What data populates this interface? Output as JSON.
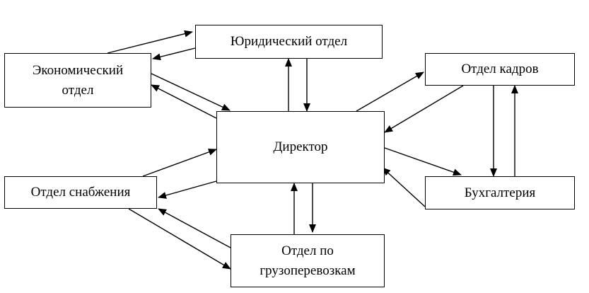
{
  "diagram": {
    "nodes": {
      "legal": "Юридический отдел",
      "economic": "Экономический\nотдел",
      "hr": "Отдел кадров",
      "director": "Директор",
      "supply": "Отдел снабжения",
      "accounting": "Бухгалтерия",
      "freight": "Отдел по\nгрузоперевозкам"
    },
    "edges": [
      {
        "from": "economic",
        "to": "legal"
      },
      {
        "from": "legal",
        "to": "economic"
      },
      {
        "from": "economic",
        "to": "director"
      },
      {
        "from": "director",
        "to": "economic"
      },
      {
        "from": "director",
        "to": "legal"
      },
      {
        "from": "legal",
        "to": "director"
      },
      {
        "from": "director",
        "to": "hr"
      },
      {
        "from": "hr",
        "to": "director"
      },
      {
        "from": "hr",
        "to": "accounting"
      },
      {
        "from": "accounting",
        "to": "hr"
      },
      {
        "from": "director",
        "to": "accounting"
      },
      {
        "from": "accounting",
        "to": "director"
      },
      {
        "from": "supply",
        "to": "director"
      },
      {
        "from": "director",
        "to": "supply"
      },
      {
        "from": "supply",
        "to": "freight"
      },
      {
        "from": "freight",
        "to": "supply"
      },
      {
        "from": "freight",
        "to": "director"
      },
      {
        "from": "director",
        "to": "freight"
      }
    ]
  }
}
